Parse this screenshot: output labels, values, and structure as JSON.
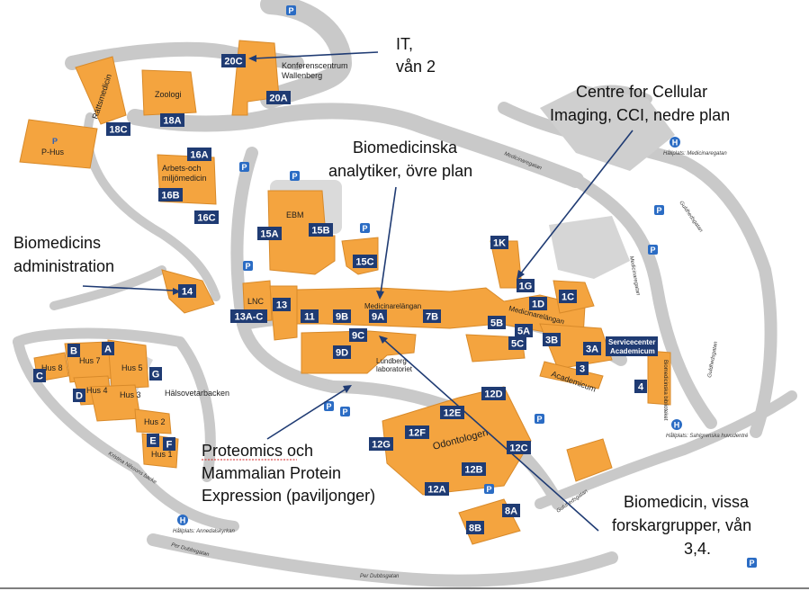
{
  "buildings": {
    "zoologi": "Zoologi",
    "rattsmedicin": "Rättsmedicin",
    "phus": "P-Hus",
    "arbets1": "Arbets-och",
    "arbets2": "miljömedicin",
    "konf1": "Konferenscentrum",
    "konf2": "Wallenberg",
    "ebm": "EBM",
    "lnc": "LNC",
    "medlangan1": "Medicinarelängan",
    "medlangan2": "Medicinarelängan",
    "lundberg1": "Lundberg-",
    "lundberg2": "laboratoriet",
    "odontologen": "Odontologen",
    "academicum": "Academicum",
    "service1": "Servicecenter",
    "service2": "Academicum",
    "bibl": "Biomedicinska biblioteket",
    "halso": "Hälsovetarbacken",
    "hus8": "Hus 8",
    "hus7": "Hus 7",
    "hus5": "Hus 5",
    "hus4": "Hus 4",
    "hus3": "Hus 3",
    "hus2": "Hus 2",
    "hus1": "Hus 1",
    "phus_p": "P"
  },
  "building_labels": [
    "20C",
    "20A",
    "18C",
    "18A",
    "16A",
    "16B",
    "16C",
    "15A",
    "15B",
    "15C",
    "14",
    "13A-C",
    "13",
    "11",
    "9B",
    "9A",
    "9C",
    "9D",
    "7B",
    "1K",
    "1G",
    "1D",
    "1C",
    "5B",
    "5A",
    "5C",
    "3B",
    "3A",
    "3",
    "4",
    "12D",
    "12E",
    "12F",
    "12G",
    "12C",
    "12B",
    "12A",
    "8A",
    "8B",
    "A",
    "B",
    "C",
    "D",
    "G",
    "E",
    "F"
  ],
  "streets": {
    "medicinaregatan1": "Medicinaregatan",
    "medicinaregatan2": "Medicinaregatan",
    "guldhedsgatan": "Guldhedsgatan",
    "gulhedsgatan2": "Guldhedsgatan",
    "gulhedsgatan3": "Guldhedsgatan",
    "dubbsgatan1": "Per Dubbsgatan",
    "dubbsgatan2": "Per Dubbsgatan",
    "kristina": "Kristina Nilssons backe",
    "hp_medicinaregatan": "Hållplats: Medicinaregatan",
    "hp_sahlgrenska": "Hållplats: Sahlgrenska huvudentré",
    "hp_annedal": "Hållplats: Annedalskyrkan"
  },
  "parking": "P",
  "stop": "H",
  "callouts": {
    "it": [
      "IT,",
      "vån 2"
    ],
    "cci": [
      "Centre for Cellular",
      "Imaging, CCI, nedre plan"
    ],
    "bioanalys": [
      "Biomedicinska",
      "analytiker, övre plan"
    ],
    "admin": [
      "Biomedicins",
      "administration"
    ],
    "proteomics": [
      "Proteomics",
      " och",
      "Mammalian Protein",
      "Expression  (paviljonger)"
    ],
    "forskar": [
      "Biomedicin, vissa",
      "forskargrupper, vån",
      "3,4."
    ]
  }
}
